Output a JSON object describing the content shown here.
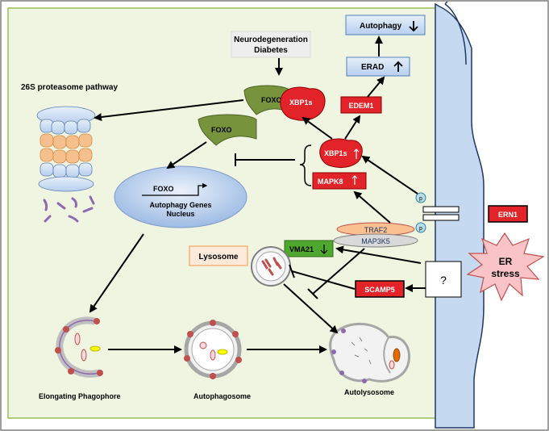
{
  "labels": {
    "disease_line1": "Neurodegeneration",
    "disease_line2": "Diabetes",
    "proteasome": "26S proteasome pathway",
    "foxo_top": "FOXO",
    "xbp1s_top": "XBP1s",
    "foxo_mid": "FOXO",
    "foxo_nucleus": "FOXO",
    "nucleus_line1": "Autophagy Genes",
    "nucleus_line2": "Nucleus",
    "autophagy": "Autophagy",
    "erad": "ERAD",
    "edem1": "EDEM1",
    "xbp1s_mid": "XBP1s",
    "mapk8": "MAPK8",
    "p_upper": "p",
    "p_lower": "p",
    "ern1": "ERN1",
    "traf2": "TRAF2",
    "map3k5": "MAP3K5",
    "lysosome": "Lysosome",
    "vma21": "VMA21",
    "scamp5": "SCAMP5",
    "question": "?",
    "er_stress_line1": "ER",
    "er_stress_line2": "stress",
    "elongating": "Elongating Phagophore",
    "autophagosome": "Autophagosome",
    "autolysosome": "Autolysosome"
  },
  "colors": {
    "cell_bg": "#f0f5e2",
    "er_membrane": "#c5d9f1",
    "foxo_green": "#77933c",
    "red_box": "#e2242a",
    "blue_box": "#c6d9f1",
    "vma21_green": "#4ea72e",
    "nucleus_blue": "#aec7ea",
    "er_stress_pink": "#f9c3c8"
  }
}
